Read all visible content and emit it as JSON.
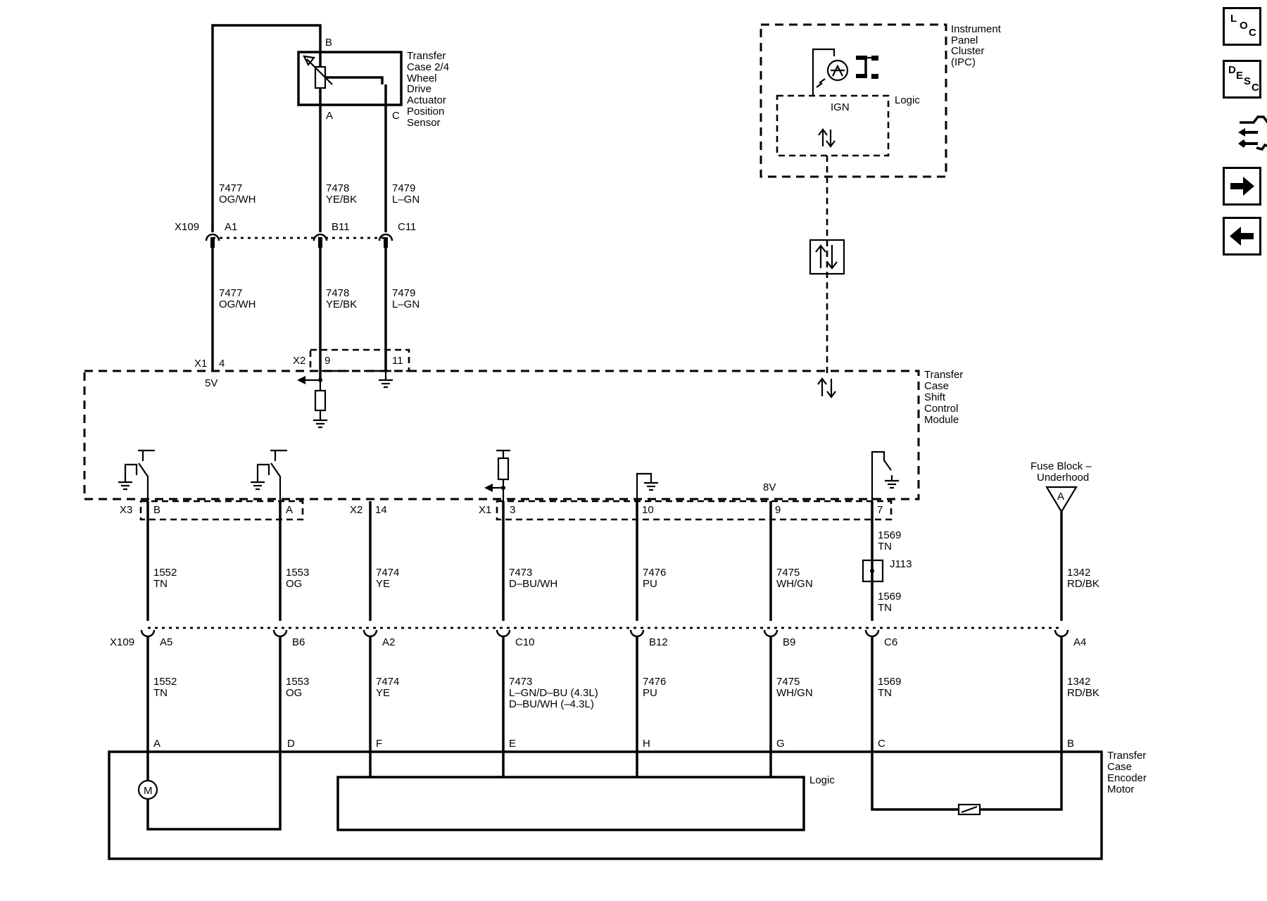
{
  "components": {
    "sensor": [
      "Transfer",
      "Case 2/4",
      "Wheel",
      "Drive",
      "Actuator",
      "Position",
      "Sensor"
    ],
    "ipc": [
      "Instrument",
      "Panel",
      "Cluster",
      "(IPC)"
    ],
    "tcscm": [
      "Transfer",
      "Case",
      "Shift",
      "Control",
      "Module"
    ],
    "encoder": [
      "Transfer",
      "Case",
      "Encoder",
      "Motor"
    ],
    "fuse": [
      "Fuse Block –",
      "Underhood"
    ]
  },
  "labels": {
    "logic": "Logic",
    "ign": "IGN",
    "five_v": "5V",
    "eight_v": "8V",
    "motor": "M",
    "fuse_pin": "A",
    "splice": "J113"
  },
  "sensor_pins": {
    "b": "B",
    "a": "A",
    "c": "C"
  },
  "connectors": {
    "x109": "X109",
    "x1": "X1",
    "x2": "X2",
    "x3": "X3",
    "upper_pins": [
      "A1",
      "B11",
      "C11"
    ],
    "module_top_pins": [
      "4",
      "9",
      "11"
    ],
    "module_bottom_pins": [
      "B",
      "A",
      "14",
      "3",
      "10",
      "9",
      "7"
    ],
    "lower_x109_pins": [
      "A5",
      "B6",
      "A2",
      "C10",
      "B12",
      "B9",
      "C6",
      "A4"
    ],
    "encoder_pins": [
      "A",
      "D",
      "F",
      "E",
      "H",
      "G",
      "C",
      "B"
    ]
  },
  "wires_upper": [
    {
      "circuit": "7477",
      "color": "OG/WH"
    },
    {
      "circuit": "7478",
      "color": "YE/BK"
    },
    {
      "circuit": "7479",
      "color": "L–GN"
    }
  ],
  "wires_lower_top": [
    {
      "circuit": "1552",
      "color": "TN"
    },
    {
      "circuit": "1553",
      "color": "OG"
    },
    {
      "circuit": "7474",
      "color": "YE"
    },
    {
      "circuit": "7473",
      "color": "D–BU/WH"
    },
    {
      "circuit": "7476",
      "color": "PU"
    },
    {
      "circuit": "7475",
      "color": "WH/GN"
    },
    {
      "circuit": "1569",
      "color": "TN"
    },
    {
      "circuit": "1342",
      "color": "RD/BK"
    }
  ],
  "wires_lower_bottom": [
    {
      "circuit": "1552",
      "color": "TN"
    },
    {
      "circuit": "1553",
      "color": "OG"
    },
    {
      "circuit": "7474",
      "color": "YE"
    },
    {
      "circuit": "7473",
      "color": "L–GN/D–BU (4.3L)",
      "extra": "D–BU/WH (–4.3L)"
    },
    {
      "circuit": "7476",
      "color": "PU"
    },
    {
      "circuit": "7475",
      "color": "WH/GN"
    },
    {
      "circuit": "1569",
      "color": "TN"
    },
    {
      "circuit": "1342",
      "color": "RD/BK"
    }
  ],
  "nav": {
    "loc": [
      "L",
      "O",
      "C"
    ],
    "desc": [
      "D",
      "E",
      "S",
      "C"
    ]
  }
}
